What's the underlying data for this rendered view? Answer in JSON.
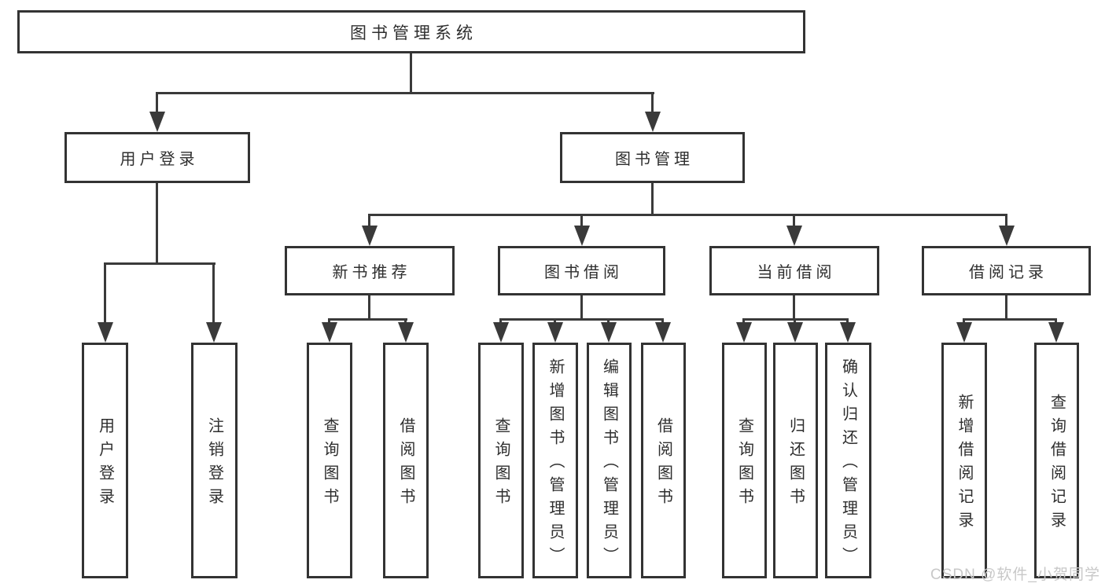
{
  "tree": {
    "label": "图书管理系统",
    "children": [
      {
        "label": "用户登录",
        "children": [
          {
            "label": "用户登录"
          },
          {
            "label": "注销登录"
          }
        ]
      },
      {
        "label": "图书管理",
        "children": [
          {
            "label": "新书推荐",
            "children": [
              {
                "label": "查询图书"
              },
              {
                "label": "借阅图书"
              }
            ]
          },
          {
            "label": "图书借阅",
            "children": [
              {
                "label": "查询图书"
              },
              {
                "label": "新增图书（管理员）"
              },
              {
                "label": "编辑图书（管理员）"
              },
              {
                "label": "借阅图书"
              }
            ]
          },
          {
            "label": "当前借阅",
            "children": [
              {
                "label": "查询图书"
              },
              {
                "label": "归还图书"
              },
              {
                "label": "确认归还（管理员）"
              }
            ]
          },
          {
            "label": "借阅记录",
            "children": [
              {
                "label": "新增借阅记录"
              },
              {
                "label": "查询借阅记录"
              }
            ]
          }
        ]
      }
    ]
  },
  "watermark": {
    "text": "CSDN @软件_小贺同学"
  },
  "style": {
    "line_color": "#3a3a3a",
    "border_color": "#333333",
    "text_color": "#2e2e2e",
    "background": "#ffffff",
    "watermark_color": "#c8c8c8"
  }
}
